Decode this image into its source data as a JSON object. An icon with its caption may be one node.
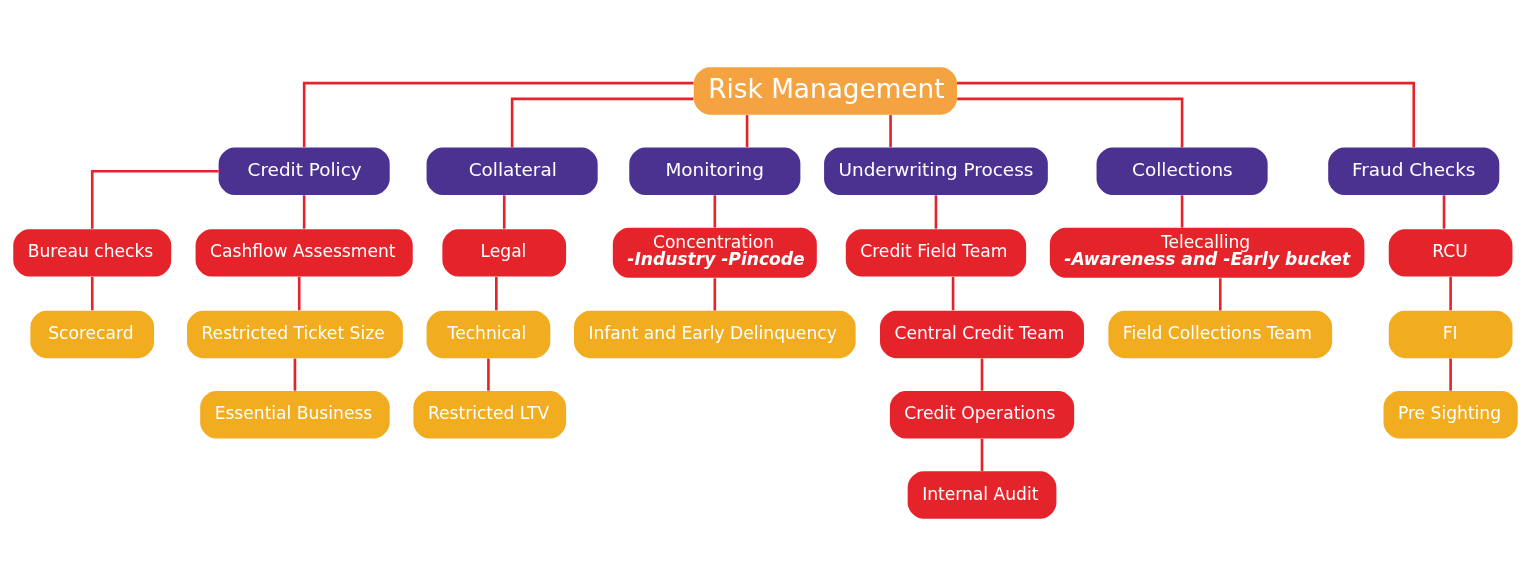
{
  "diagram": {
    "nodes": [
      {
        "text": [
          "Risk Management"
        ]
      },
      {
        "text": [
          "Credit Policy"
        ]
      },
      {
        "text": [
          "Collateral"
        ]
      },
      {
        "text": [
          "Monitoring"
        ]
      },
      {
        "text": [
          "Underwriting Process"
        ]
      },
      {
        "text": [
          "Collections"
        ]
      },
      {
        "text": [
          "Fraud Checks"
        ]
      },
      {
        "text": [
          "Bureau checks"
        ]
      },
      {
        "text": [
          "Cashflow Assessment"
        ]
      },
      {
        "text": [
          "Scorecard"
        ]
      },
      {
        "text": [
          "Restricted Ticket Size"
        ]
      },
      {
        "text": [
          "Essential Business"
        ]
      },
      {
        "text": [
          "Legal"
        ]
      },
      {
        "text": [
          "Technical"
        ]
      },
      {
        "text": [
          "Restricted LTV"
        ]
      },
      {
        "text": [
          "Concentration",
          "-Industry -Pincode"
        ]
      },
      {
        "text": [
          "Infant and Early Delinquency"
        ]
      },
      {
        "text": [
          "Credit Field Team"
        ]
      },
      {
        "text": [
          "Central Credit Team"
        ]
      },
      {
        "text": [
          "Credit Operations"
        ]
      },
      {
        "text": [
          "Internal Audit"
        ]
      },
      {
        "text": [
          "Telecalling",
          "-Awareness and -Early bucket"
        ]
      },
      {
        "text": [
          "Field Collections Team"
        ]
      },
      {
        "text": [
          "RCU"
        ]
      },
      {
        "text": [
          "FI"
        ]
      },
      {
        "text": [
          "Pre Sighting"
        ]
      }
    ],
    "edges": [
      {
        "from": 0,
        "to": 1,
        "arrow": "none"
      },
      {
        "from": 0,
        "to": 2,
        "arrow": "none"
      },
      {
        "from": 0,
        "to": 3,
        "arrow": "none"
      },
      {
        "from": 0,
        "to": 4,
        "arrow": "none"
      },
      {
        "from": 0,
        "to": 5,
        "arrow": "none"
      },
      {
        "from": 0,
        "to": 6,
        "arrow": "none"
      },
      {
        "from": 1,
        "to": 7,
        "arrow": "none"
      },
      {
        "from": 1,
        "to": 8,
        "arrow": "none"
      },
      {
        "from": 7,
        "to": 9,
        "arrow": "none"
      },
      {
        "from": 8,
        "to": 10,
        "arrow": "none"
      },
      {
        "from": 10,
        "to": 11,
        "arrow": "none"
      },
      {
        "from": 2,
        "to": 12,
        "arrow": "none"
      },
      {
        "from": 12,
        "to": 13,
        "arrow": "none"
      },
      {
        "from": 13,
        "to": 14,
        "arrow": "none"
      },
      {
        "from": 3,
        "to": 15,
        "arrow": "none"
      },
      {
        "from": 15,
        "to": 16,
        "arrow": "none"
      },
      {
        "from": 4,
        "to": 17,
        "arrow": "none"
      },
      {
        "from": 17,
        "to": 18,
        "arrow": "none"
      },
      {
        "from": 18,
        "to": 19,
        "arrow": "none"
      },
      {
        "from": 19,
        "to": 20,
        "arrow": "none"
      },
      {
        "from": 5,
        "to": 21,
        "arrow": "none"
      },
      {
        "from": 21,
        "to": 22,
        "arrow": "none"
      },
      {
        "from": 6,
        "to": 23,
        "arrow": "none"
      },
      {
        "from": 23,
        "to": 24,
        "arrow": "none"
      },
      {
        "from": 24,
        "to": 25,
        "arrow": "none"
      }
    ]
  }
}
